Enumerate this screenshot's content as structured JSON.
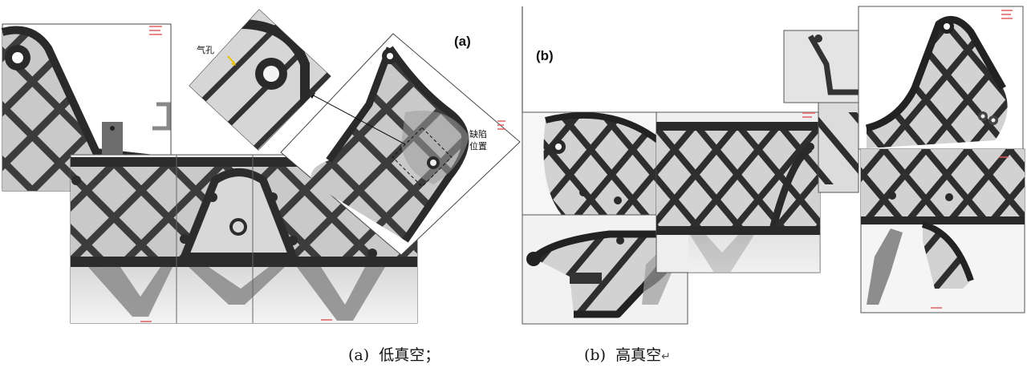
{
  "figure": {
    "panel_a": {
      "tag": "(a)",
      "pore_label": "气孔",
      "defect_label_line1": "缺陷",
      "defect_label_line2": "位置"
    },
    "panel_b": {
      "tag": "(b)"
    },
    "captions": {
      "a_tag": "(a)",
      "a_text": "低真空；",
      "b_tag": "(b)",
      "b_text": "高真空",
      "b_mark": "↵"
    }
  }
}
